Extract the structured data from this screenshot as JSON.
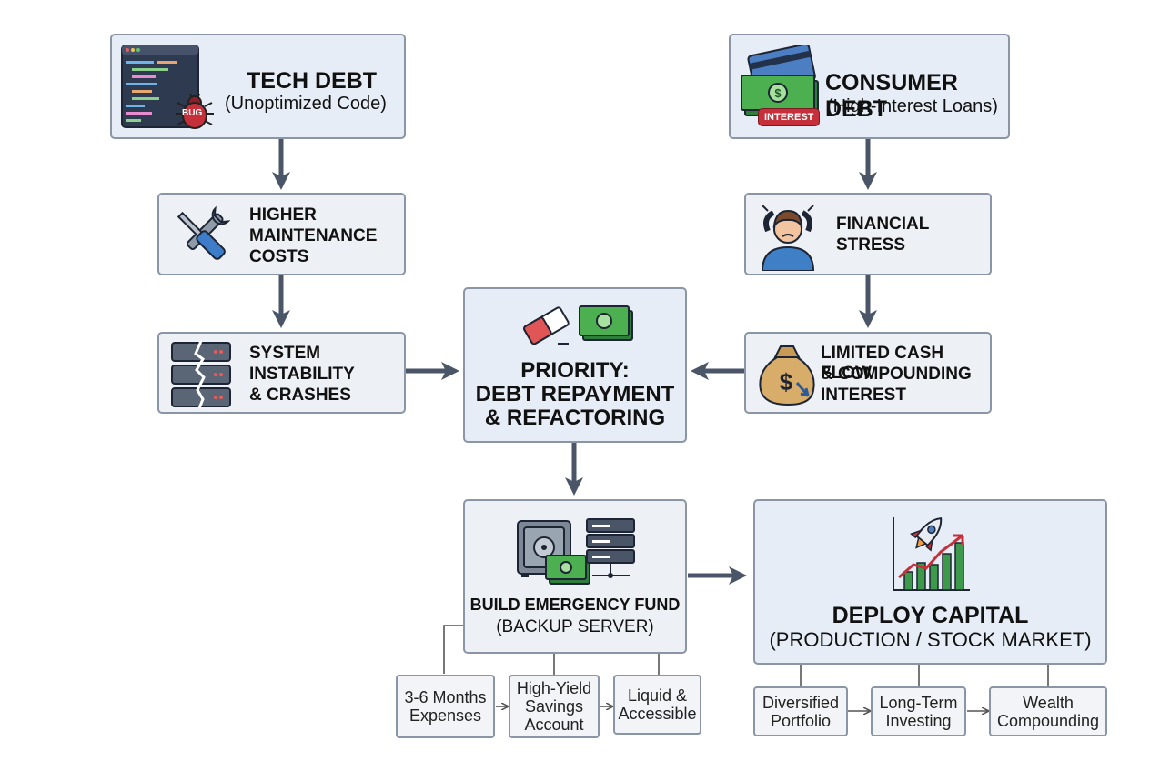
{
  "nodes": {
    "tech_debt": {
      "title": "TECH DEBT",
      "subtitle": "(Unoptimized Code)",
      "badge": "BUG"
    },
    "consumer_debt": {
      "title": "CONSUMER DEBT",
      "subtitle": "(High-Interest Loans)",
      "badge": "INTEREST"
    },
    "maintenance": {
      "line1": "HIGHER",
      "line2": "MAINTENANCE",
      "line3": "COSTS"
    },
    "stress": {
      "line1": "FINANCIAL",
      "line2": "STRESS"
    },
    "instability": {
      "line1": "SYSTEM",
      "line2": "INSTABILITY",
      "line3": "& CRASHES"
    },
    "cashflow": {
      "line1": "LIMITED CASH FLOW",
      "line2": "& COMPOUNDING",
      "line3": "INTEREST"
    },
    "priority": {
      "line1": "PRIORITY:",
      "line2": "DEBT REPAYMENT",
      "line3": "& REFACTORING"
    },
    "emergency": {
      "title": "BUILD EMERGENCY FUND",
      "subtitle": "(BACKUP SERVER)"
    },
    "deploy": {
      "title": "DEPLOY CAPITAL",
      "subtitle": "(PRODUCTION / STOCK MARKET)"
    }
  },
  "emergency_items": [
    {
      "line1": "3-6 Months",
      "line2": "Expenses"
    },
    {
      "line1": "High-Yield",
      "line2": "Savings",
      "line3": "Account"
    },
    {
      "line1": "Liquid &",
      "line2": "Accessible"
    }
  ],
  "deploy_items": [
    {
      "line1": "Diversified",
      "line2": "Portfolio"
    },
    {
      "line1": "Long-Term",
      "line2": "Investing"
    },
    {
      "line1": "Wealth",
      "line2": "Compounding"
    }
  ],
  "colors": {
    "arrow": "#4a5668",
    "border": "#8a96a6",
    "box": "#edf0f4",
    "money": "#3c9a4a",
    "bug": "#c6303a",
    "wire": "#555555"
  },
  "icons": [
    "code-editor-icon",
    "bug-icon",
    "credit-card-icon",
    "cash-icon",
    "wrench-screwdriver-icon",
    "stressed-person-icon",
    "broken-server-icon",
    "money-bag-icon",
    "eraser-icon",
    "safe-icon",
    "server-rack-icon",
    "rocket-chart-icon"
  ]
}
